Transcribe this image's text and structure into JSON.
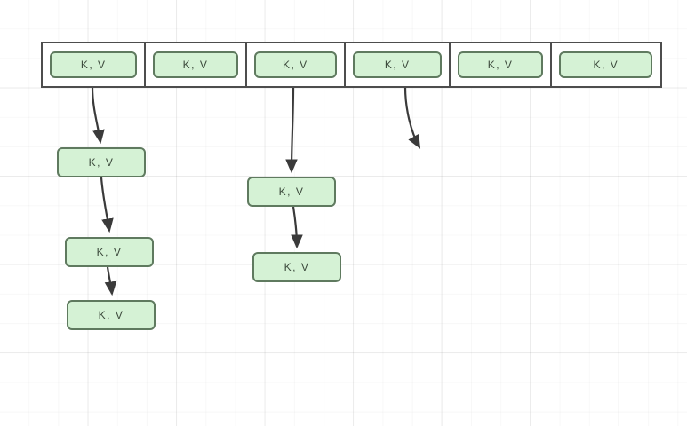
{
  "diagram": {
    "title": "hash-table-with-separate-chaining",
    "node_label": "K, V",
    "colors": {
      "node_fill": "#d5f2d5",
      "node_stroke": "#5f7a5f",
      "array_stroke": "#4d4d4d",
      "edge_stroke": "#3a3a3a",
      "background": "#ffffff",
      "grid_line": "#f0f0f0"
    },
    "bucket_array": {
      "name": "bucket-array",
      "cells": [
        {
          "index": 0,
          "label": "K, V",
          "has_chain": true
        },
        {
          "index": 1,
          "label": "K, V",
          "has_chain": false
        },
        {
          "index": 2,
          "label": "K, V",
          "has_chain": true
        },
        {
          "index": 3,
          "label": "K, V",
          "has_chain": true
        },
        {
          "index": 4,
          "label": "K, V",
          "has_chain": false
        },
        {
          "index": 5,
          "label": "K, V",
          "has_chain": false
        }
      ]
    },
    "chains": [
      {
        "name": "chain-bucket-0",
        "source_cell": 0,
        "nodes": [
          {
            "label": "K, V"
          },
          {
            "label": "K, V"
          },
          {
            "label": "K, V"
          }
        ]
      },
      {
        "name": "chain-bucket-2",
        "source_cell": 2,
        "nodes": [
          {
            "label": "K, V"
          },
          {
            "label": "K, V"
          }
        ]
      },
      {
        "name": "chain-bucket-3",
        "source_cell": 3,
        "nodes": []
      }
    ]
  }
}
